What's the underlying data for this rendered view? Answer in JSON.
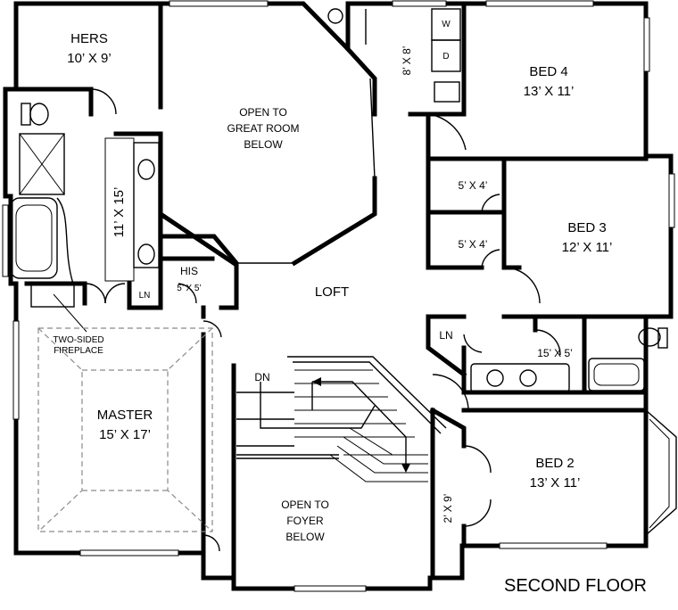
{
  "rooms": {
    "hers": {
      "name": "HERS",
      "size": "10’ X 9’"
    },
    "master_bath": {
      "size": "11’ X 15’"
    },
    "ln_master": {
      "name": "LN"
    },
    "his": {
      "name": "HIS",
      "size": "5’ X 5’"
    },
    "fireplace": {
      "line1": "TWO-SIDED",
      "line2": "FIREPLACE"
    },
    "master": {
      "name": "MASTER",
      "size": "15’ X 17’"
    },
    "open_great": {
      "line1": "OPEN TO",
      "line2": "GREAT ROOM",
      "line3": "BELOW"
    },
    "laundry": {
      "size": "8’ X 8’",
      "washer": "W",
      "dryer": "D"
    },
    "bed4": {
      "name": "BED 4",
      "size": "13’ X 11’"
    },
    "closet_upper": {
      "size": "5’ X 4’"
    },
    "closet_lower": {
      "size": "5’ X 4’"
    },
    "bed3": {
      "name": "BED 3",
      "size": "12’ X 11’"
    },
    "loft": {
      "name": "LOFT"
    },
    "ln_hall": {
      "name": "LN"
    },
    "bath_hall": {
      "size": "15’ X 5’"
    },
    "stairs": {
      "label": "DN"
    },
    "open_foyer": {
      "line1": "OPEN TO",
      "line2": "FOYER",
      "line3": "BELOW"
    },
    "bed2_closet": {
      "size": "2’ X 9’"
    },
    "bed2": {
      "name": "BED 2",
      "size": "13’ X 11’"
    }
  },
  "floor_title": "SECOND FLOOR"
}
